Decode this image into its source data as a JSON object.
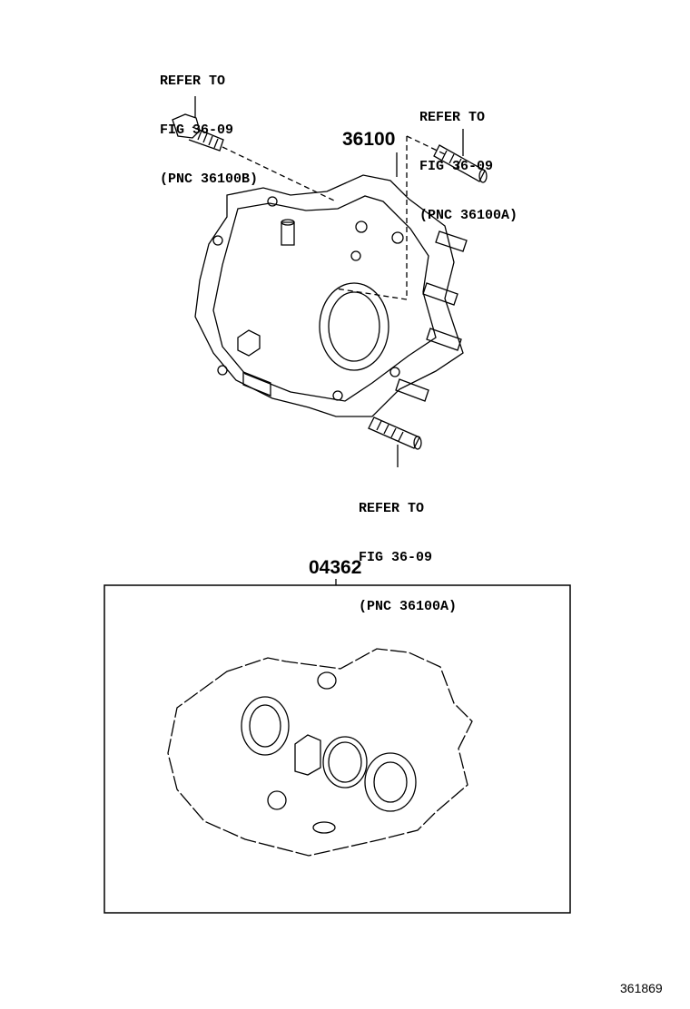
{
  "callouts": {
    "bolt_ref": {
      "line1": "REFER TO",
      "line2": "FIG 36-09",
      "line3": "(PNC 36100B)"
    },
    "stud_ref_top": {
      "line1": "REFER TO",
      "line2": "FIG 36-09",
      "line3": "(PNC 36100A)"
    },
    "stud_ref_bottom": {
      "line1": "REFER TO",
      "line2": "FIG 36-09",
      "line3": "(PNC 36100A)"
    }
  },
  "parts": {
    "transfer_case": "36100",
    "gasket_kit": "04362"
  },
  "figure_id": "361869"
}
